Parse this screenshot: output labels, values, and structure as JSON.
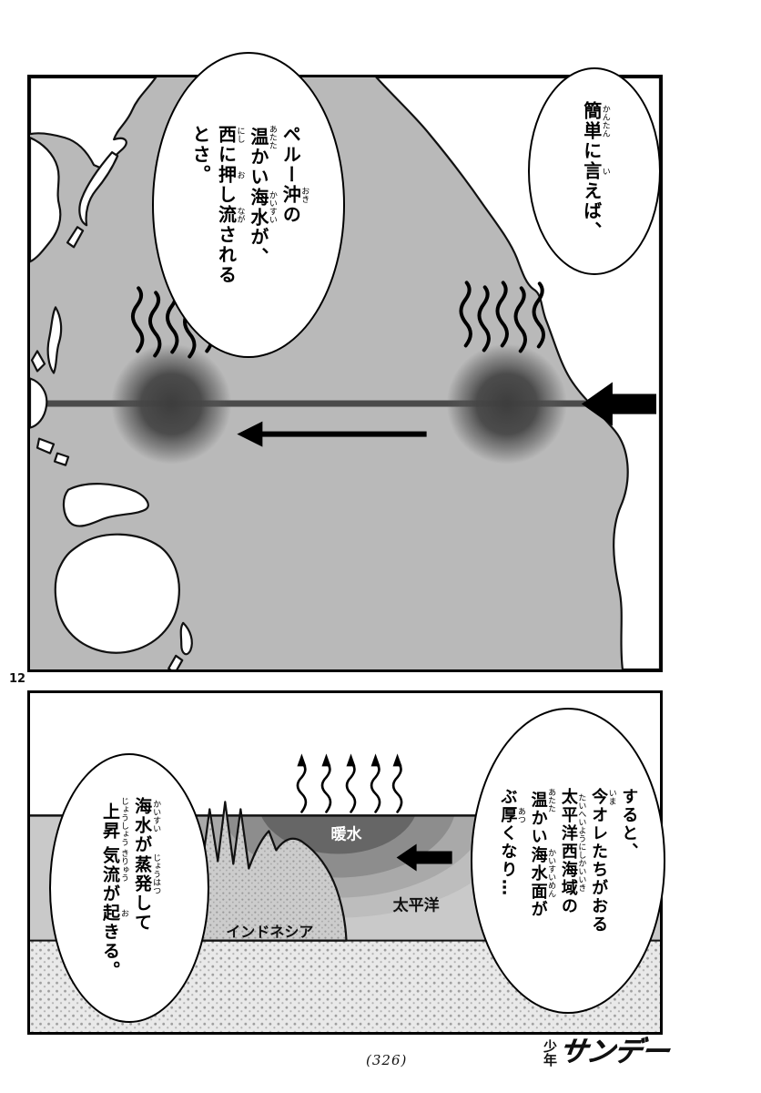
{
  "page": {
    "number": "12",
    "folio": "(326)",
    "logo_small": "少年",
    "logo_large": "サンデー"
  },
  "colors": {
    "map_ocean": "#b9b9b9",
    "sea": "#c9c9c9",
    "warm_core": "#666666",
    "equator_line": "#4b4b4b",
    "ink": "#111111",
    "paper": "#ffffff"
  },
  "icons": {
    "west_arrow_icon": "⬅",
    "trade_wind_arrow_icon": "⬅",
    "inflow_arrow_icon": "⬅",
    "evaporation_arrow_icon": "↑",
    "heat_wave_icon": "〜"
  },
  "panel1": {
    "bubble_simple": {
      "cols": [
        [
          {
            "b": "簡単",
            "r": "かんたん"
          },
          {
            "t": "に"
          },
          {
            "b": "言",
            "r": "い"
          },
          {
            "t": "えば、"
          }
        ]
      ]
    },
    "bubble_peru": {
      "cols": [
        [
          {
            "t": "ペルー"
          },
          {
            "b": "沖",
            "r": "おき"
          },
          {
            "t": "の"
          }
        ],
        [
          {
            "b": "温",
            "r": "あたた"
          },
          {
            "t": "かい"
          },
          {
            "b": "海水",
            "r": "かいすい"
          },
          {
            "t": "が、"
          }
        ],
        [
          {
            "b": "西",
            "r": "にし"
          },
          {
            "t": "に"
          },
          {
            "b": "押",
            "r": "お"
          },
          {
            "t": "し"
          },
          {
            "b": "流",
            "r": "なが"
          },
          {
            "t": "される"
          }
        ],
        [
          {
            "t": "とさ。"
          }
        ]
      ]
    }
  },
  "panel2": {
    "labels": {
      "warm_water": "暖水",
      "pacific": "太平洋",
      "indonesia": "インドネシア"
    },
    "bubble_thick": {
      "cols": [
        [
          {
            "t": "すると、"
          }
        ],
        [
          {
            "b": "今",
            "r": "いま"
          },
          {
            "t": "オレたちがおる"
          }
        ],
        [
          {
            "b": "太平洋西海域",
            "r": "たいへいようにしかいいき"
          },
          {
            "t": "の"
          }
        ],
        [
          {
            "b": "温",
            "r": "あたた"
          },
          {
            "t": "かい"
          },
          {
            "b": "海水面",
            "r": "かいすいめん"
          },
          {
            "t": "が"
          }
        ],
        [
          {
            "t": "ぶ"
          },
          {
            "b": "厚",
            "r": "あつ"
          },
          {
            "t": "くなり…"
          }
        ]
      ]
    },
    "bubble_evap": {
      "cols": [
        [
          {
            "b": "海水",
            "r": "かいすい"
          },
          {
            "t": "が"
          },
          {
            "b": "蒸発",
            "r": "じょうはつ"
          },
          {
            "t": "して"
          }
        ],
        [
          {
            "b": "上昇",
            "r": "じょうしょう"
          },
          {
            "b": "気流",
            "r": "きりゅう"
          },
          {
            "t": "が"
          },
          {
            "b": "起",
            "r": "お"
          },
          {
            "t": "きる。"
          }
        ]
      ]
    }
  }
}
